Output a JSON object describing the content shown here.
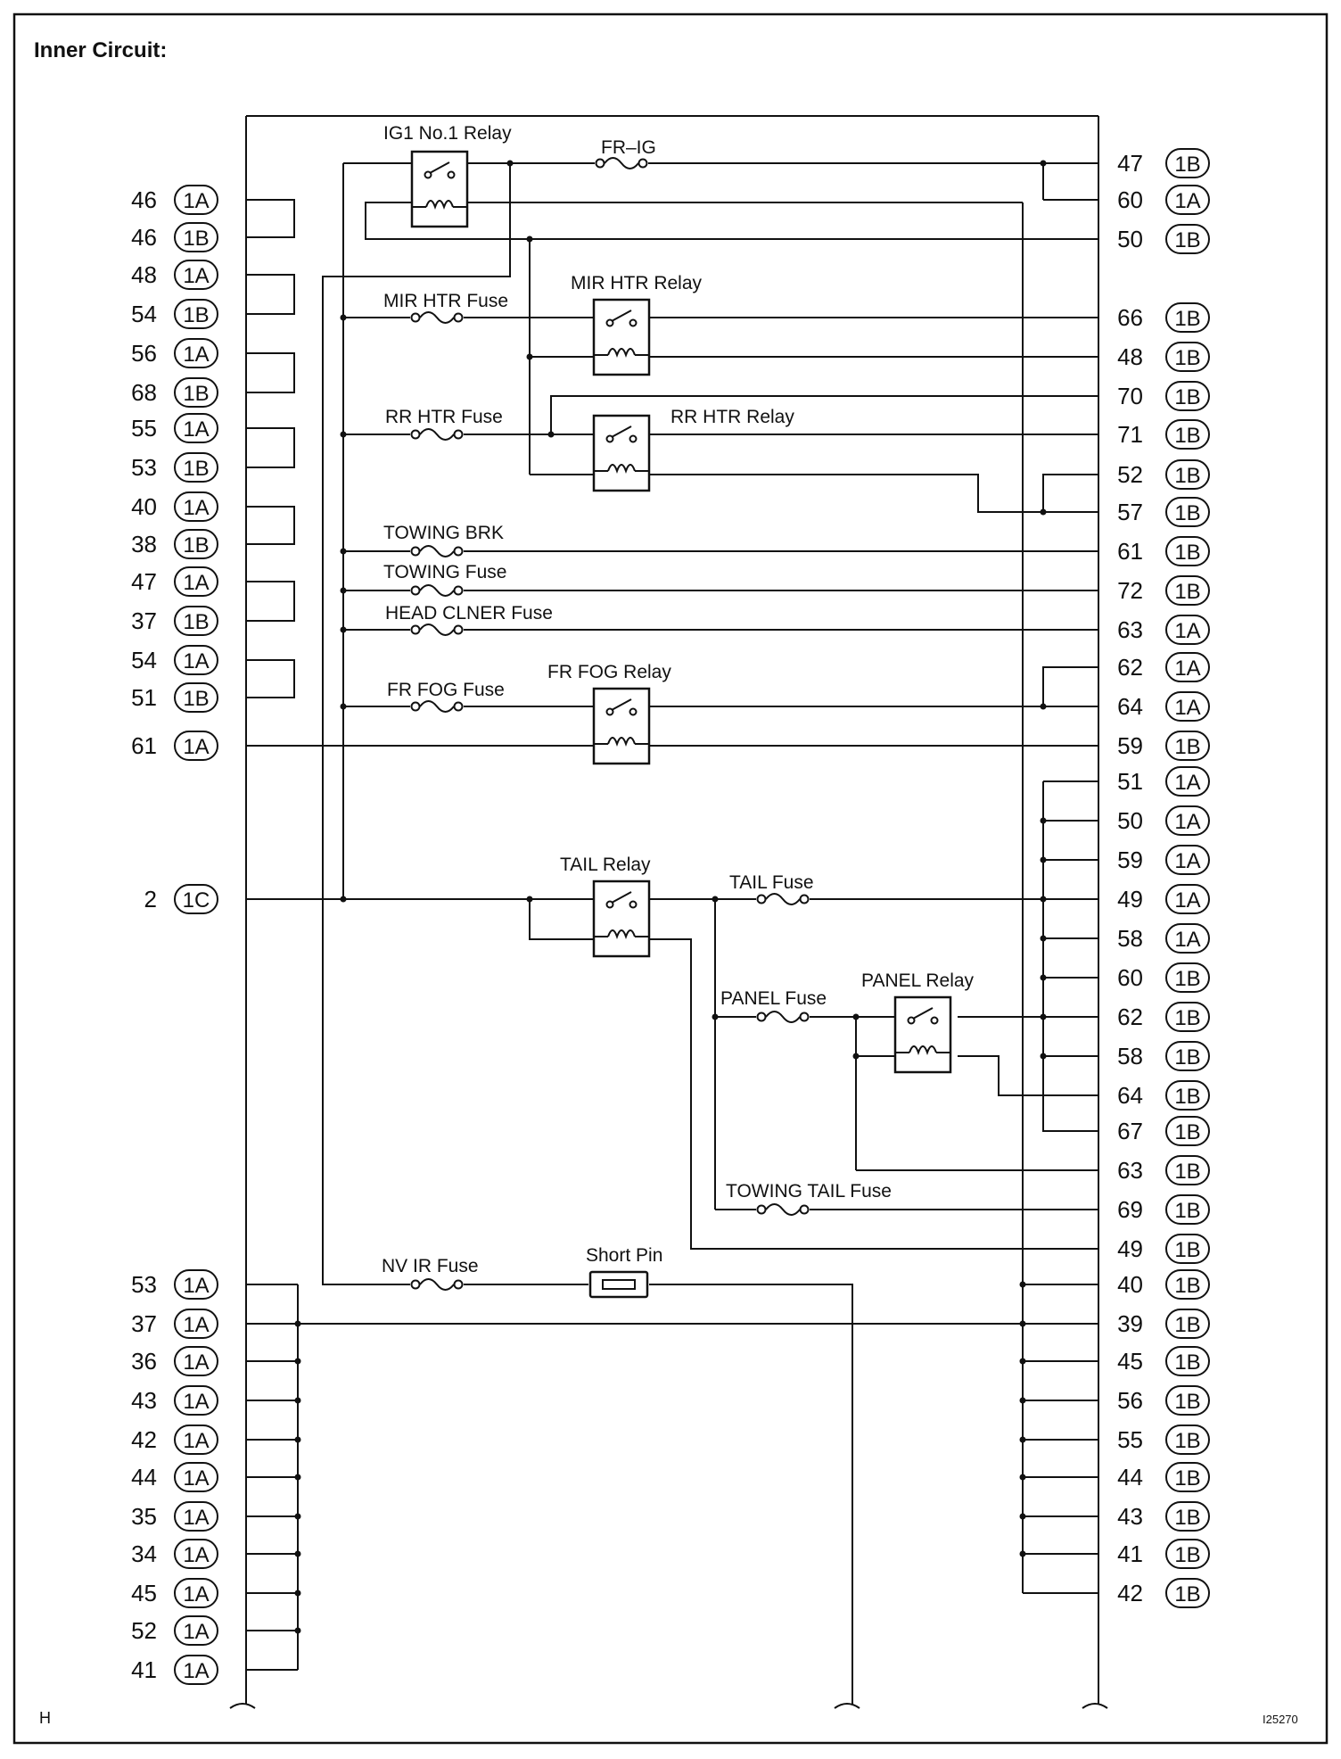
{
  "title": "Inner Circuit:",
  "corner_left": "H",
  "corner_right": "I25270",
  "left_pins": [
    {
      "num": "46",
      "conn": "1A"
    },
    {
      "num": "46",
      "conn": "1B"
    },
    {
      "num": "48",
      "conn": "1A"
    },
    {
      "num": "54",
      "conn": "1B"
    },
    {
      "num": "56",
      "conn": "1A"
    },
    {
      "num": "68",
      "conn": "1B"
    },
    {
      "num": "55",
      "conn": "1A"
    },
    {
      "num": "53",
      "conn": "1B"
    },
    {
      "num": "40",
      "conn": "1A"
    },
    {
      "num": "38",
      "conn": "1B"
    },
    {
      "num": "47",
      "conn": "1A"
    },
    {
      "num": "37",
      "conn": "1B"
    },
    {
      "num": "54",
      "conn": "1A"
    },
    {
      "num": "51",
      "conn": "1B"
    },
    {
      "num": "61",
      "conn": "1A"
    },
    {
      "num": "2",
      "conn": "1C"
    },
    {
      "num": "53",
      "conn": "1A"
    },
    {
      "num": "37",
      "conn": "1A"
    },
    {
      "num": "36",
      "conn": "1A"
    },
    {
      "num": "43",
      "conn": "1A"
    },
    {
      "num": "42",
      "conn": "1A"
    },
    {
      "num": "44",
      "conn": "1A"
    },
    {
      "num": "35",
      "conn": "1A"
    },
    {
      "num": "34",
      "conn": "1A"
    },
    {
      "num": "45",
      "conn": "1A"
    },
    {
      "num": "52",
      "conn": "1A"
    },
    {
      "num": "41",
      "conn": "1A"
    }
  ],
  "right_pins": [
    {
      "num": "47",
      "conn": "1B"
    },
    {
      "num": "60",
      "conn": "1A"
    },
    {
      "num": "50",
      "conn": "1B"
    },
    {
      "num": "66",
      "conn": "1B"
    },
    {
      "num": "48",
      "conn": "1B"
    },
    {
      "num": "70",
      "conn": "1B"
    },
    {
      "num": "71",
      "conn": "1B"
    },
    {
      "num": "52",
      "conn": "1B"
    },
    {
      "num": "57",
      "conn": "1B"
    },
    {
      "num": "61",
      "conn": "1B"
    },
    {
      "num": "72",
      "conn": "1B"
    },
    {
      "num": "63",
      "conn": "1A"
    },
    {
      "num": "62",
      "conn": "1A"
    },
    {
      "num": "64",
      "conn": "1A"
    },
    {
      "num": "59",
      "conn": "1B"
    },
    {
      "num": "51",
      "conn": "1A"
    },
    {
      "num": "50",
      "conn": "1A"
    },
    {
      "num": "59",
      "conn": "1A"
    },
    {
      "num": "49",
      "conn": "1A"
    },
    {
      "num": "58",
      "conn": "1A"
    },
    {
      "num": "60",
      "conn": "1B"
    },
    {
      "num": "62",
      "conn": "1B"
    },
    {
      "num": "58",
      "conn": "1B"
    },
    {
      "num": "64",
      "conn": "1B"
    },
    {
      "num": "67",
      "conn": "1B"
    },
    {
      "num": "63",
      "conn": "1B"
    },
    {
      "num": "69",
      "conn": "1B"
    },
    {
      "num": "49",
      "conn": "1B"
    },
    {
      "num": "40",
      "conn": "1B"
    },
    {
      "num": "39",
      "conn": "1B"
    },
    {
      "num": "45",
      "conn": "1B"
    },
    {
      "num": "56",
      "conn": "1B"
    },
    {
      "num": "55",
      "conn": "1B"
    },
    {
      "num": "44",
      "conn": "1B"
    },
    {
      "num": "43",
      "conn": "1B"
    },
    {
      "num": "41",
      "conn": "1B"
    },
    {
      "num": "42",
      "conn": "1B"
    }
  ],
  "relays": [
    {
      "id": "ig1",
      "label": "IG1 No.1 Relay"
    },
    {
      "id": "mir",
      "label": "MIR HTR Relay"
    },
    {
      "id": "rr",
      "label": "RR HTR Relay"
    },
    {
      "id": "fog",
      "label": "FR FOG Relay"
    },
    {
      "id": "tail",
      "label": "TAIL Relay"
    },
    {
      "id": "panel",
      "label": "PANEL Relay"
    }
  ],
  "fuses": [
    {
      "id": "frig",
      "label": "FR–IG"
    },
    {
      "id": "mir",
      "label": "MIR HTR Fuse"
    },
    {
      "id": "rr",
      "label": "RR HTR Fuse"
    },
    {
      "id": "towbrk",
      "label": "TOWING BRK"
    },
    {
      "id": "towing",
      "label": "TOWING Fuse"
    },
    {
      "id": "head",
      "label": "HEAD CLNER Fuse"
    },
    {
      "id": "fog",
      "label": "FR FOG Fuse"
    },
    {
      "id": "tail",
      "label": "TAIL Fuse"
    },
    {
      "id": "panel",
      "label": "PANEL Fuse"
    },
    {
      "id": "towtail",
      "label": "TOWING TAIL Fuse"
    },
    {
      "id": "nvir",
      "label": "NV IR Fuse"
    }
  ],
  "short_pin": {
    "label": "Short Pin"
  }
}
